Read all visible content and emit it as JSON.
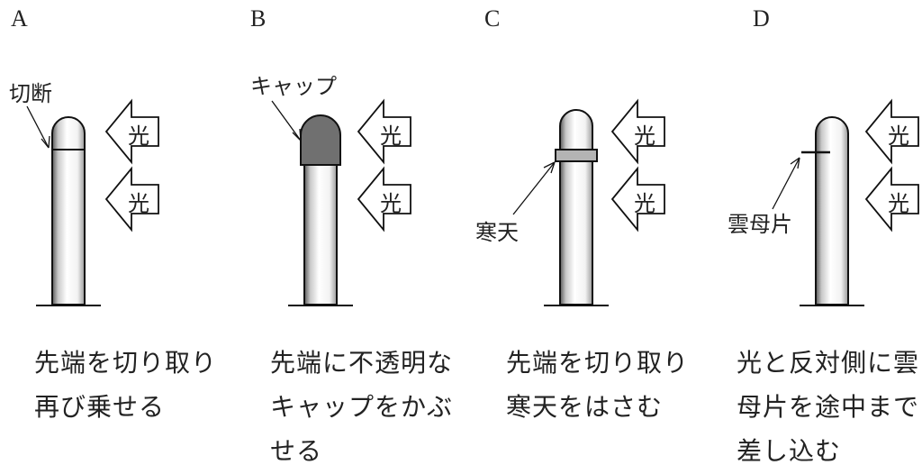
{
  "panels": [
    {
      "letter": "A",
      "label": "切断",
      "caption": [
        "先端を切り取り",
        "再び乗せる"
      ]
    },
    {
      "letter": "B",
      "label": "キャップ",
      "caption": [
        "先端に不透明な",
        "キャップをかぶ",
        "せる"
      ]
    },
    {
      "letter": "C",
      "label": "寒天",
      "caption": [
        "先端を切り取り",
        "寒天をはさむ"
      ]
    },
    {
      "letter": "D",
      "label": "雲母片",
      "caption": [
        "光と反対側に雲",
        "母片を途中まで",
        "差し込む"
      ]
    }
  ],
  "light_label": "光",
  "colors": {
    "cap": "#707070",
    "agar": "#b4b4b4",
    "stroke": "#111111"
  }
}
